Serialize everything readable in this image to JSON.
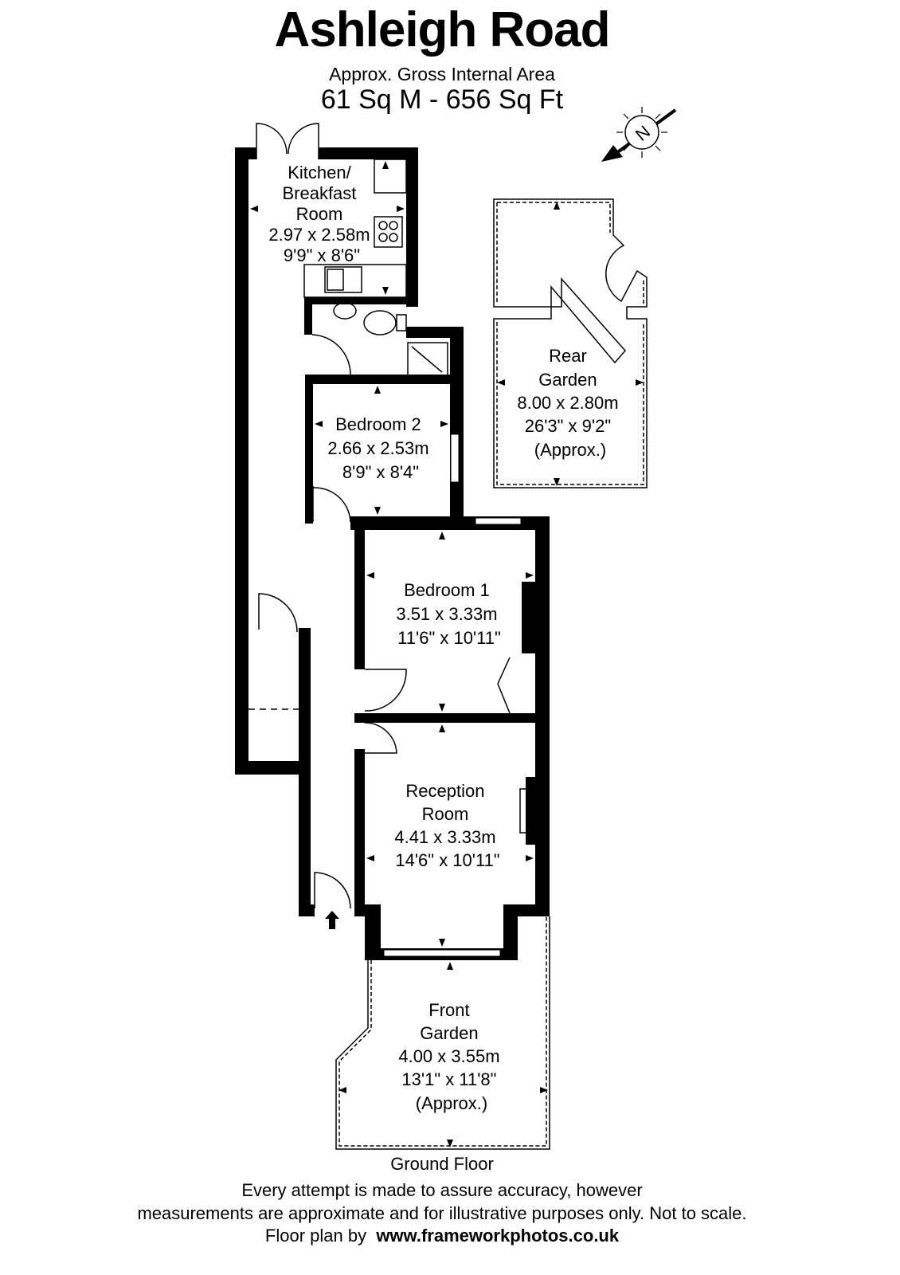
{
  "header": {
    "title": "Ashleigh Road",
    "subtitle": "Approx. Gross Internal Area",
    "area": "61 Sq M - 656 Sq Ft"
  },
  "compass": {
    "label": "N"
  },
  "rooms": {
    "kitchen": {
      "lines": [
        "Kitchen/",
        "Breakfast",
        "Room",
        "2.97 x 2.58m",
        "9'9\" x 8'6\""
      ]
    },
    "bedroom2": {
      "lines": [
        "Bedroom 2",
        "2.66 x 2.53m",
        "8'9\" x 8'4\""
      ]
    },
    "bedroom1": {
      "lines": [
        "Bedroom 1",
        "3.51 x 3.33m",
        "11'6\" x 10'11\""
      ]
    },
    "reception": {
      "lines": [
        "Reception",
        "Room",
        "4.41 x 3.33m",
        "14'6\" x 10'11\""
      ]
    },
    "rear_garden": {
      "lines": [
        "Rear",
        "Garden",
        "8.00 x 2.80m",
        "26'3\" x 9'2\"",
        "(Approx.)"
      ]
    },
    "front_garden": {
      "lines": [
        "Front",
        "Garden",
        "4.00 x 3.55m",
        "13'1\" x 11'8\"",
        "(Approx.)"
      ]
    }
  },
  "footer": {
    "floor": "Ground Floor",
    "disclaimer_1": "Every attempt is made to assure accuracy, however",
    "disclaimer_2": "measurements are approximate and for illustrative purposes only. Not to scale.",
    "credit_label": "Floor plan by",
    "credit_url": "www.frameworkphotos.co.uk"
  }
}
